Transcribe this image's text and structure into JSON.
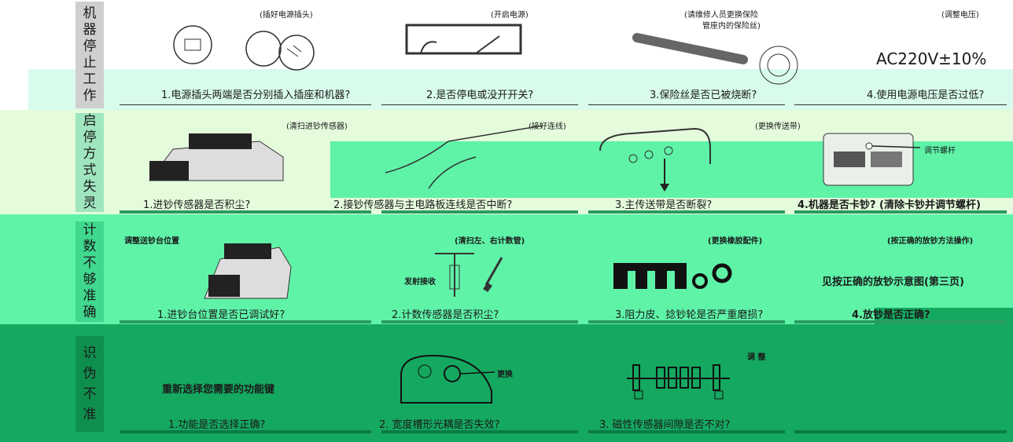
{
  "colors": {
    "band1": "#ffffff",
    "band1_lower": "#d8fbeb",
    "band2": "#e4fbdc",
    "band3": "#5ff3a8",
    "band4": "#15a860",
    "cat_strip_grey": "#cfcfcf",
    "cat_strip_green": "#9fe6bf",
    "cat_strip_dark": "#0f8f4e",
    "bar": "#2a9a62",
    "bar_dark": "#0b7a44"
  },
  "sections": [
    {
      "category": [
        "机",
        "器",
        "停",
        "止",
        "工",
        "作"
      ],
      "items": [
        {
          "caption": "(插好电源插头)",
          "question": "1.电源插头两端是否分别插入插座和机器?",
          "icon": "power-plug-icon"
        },
        {
          "caption": "(开启电源)",
          "question": "2.是否停电或没开开关?",
          "icon": "power-switch-icon"
        },
        {
          "caption": "(请维修人员更换保险",
          "caption2": "管座内的保险丝)",
          "question": "3.保险丝是否已被烧断?",
          "icon": "fuse-icon"
        },
        {
          "caption": "(调整电压)",
          "question": "4.使用电源电压是否过低?",
          "big": "AC220V±10%",
          "icon": "voltage-icon"
        }
      ]
    },
    {
      "category": [
        "启",
        "停",
        "方",
        "式",
        "失",
        "灵"
      ],
      "items": [
        {
          "caption": "(清扫进钞传感器)",
          "question": "1.进钞传感器是否积尘?",
          "icon": "counter-machine-icon"
        },
        {
          "caption": "(接好连线)",
          "question": "2.接钞传感器与主电路板连线是否中断?",
          "icon": "cable-hand-icon"
        },
        {
          "caption": "(更换传送带)",
          "question": "3.主传送带是否断裂?",
          "icon": "belt-icon"
        },
        {
          "caption": "调节螺杆",
          "question": "4.机器是否卡钞? (清除卡钞并调节螺杆)",
          "icon": "machine-rear-icon"
        }
      ]
    },
    {
      "category": [
        "计",
        "数",
        "不",
        "够",
        "准",
        "确"
      ],
      "items": [
        {
          "caption": "调整送钞台位置",
          "question": "1.进钞台位置是否已调试好?",
          "icon": "feeder-icon"
        },
        {
          "caption": "(清扫左、右计数管)",
          "label": "发射接收",
          "question": "2.计数传感器是否积尘?",
          "icon": "count-sensor-icon"
        },
        {
          "caption": "(更换橡胶配件)",
          "question": "3.阻力皮、捻钞轮是否严重磨损?",
          "icon": "rubber-parts-icon"
        },
        {
          "caption": "(按正确的放钞方法操作)",
          "middle": "见按正确的放钞示意图(第三页)",
          "question": "4.放钞是否正确?",
          "icon": "note-placement-icon"
        }
      ]
    },
    {
      "category": [
        "识",
        "伪",
        "不",
        "准"
      ],
      "items": [
        {
          "middle": "重新选择您需要的功能键",
          "question": "1.功能是否选择正确?",
          "icon": "function-key-icon"
        },
        {
          "label": "更换",
          "question": "2. 宽度槽形光耦是否失效?",
          "icon": "optocoupler-icon"
        },
        {
          "label": "调 整",
          "question": "3. 磁性传感器间隙是否不对?",
          "icon": "magnetic-sensor-icon"
        },
        {
          "question": "",
          "icon": "empty-icon"
        }
      ]
    }
  ]
}
